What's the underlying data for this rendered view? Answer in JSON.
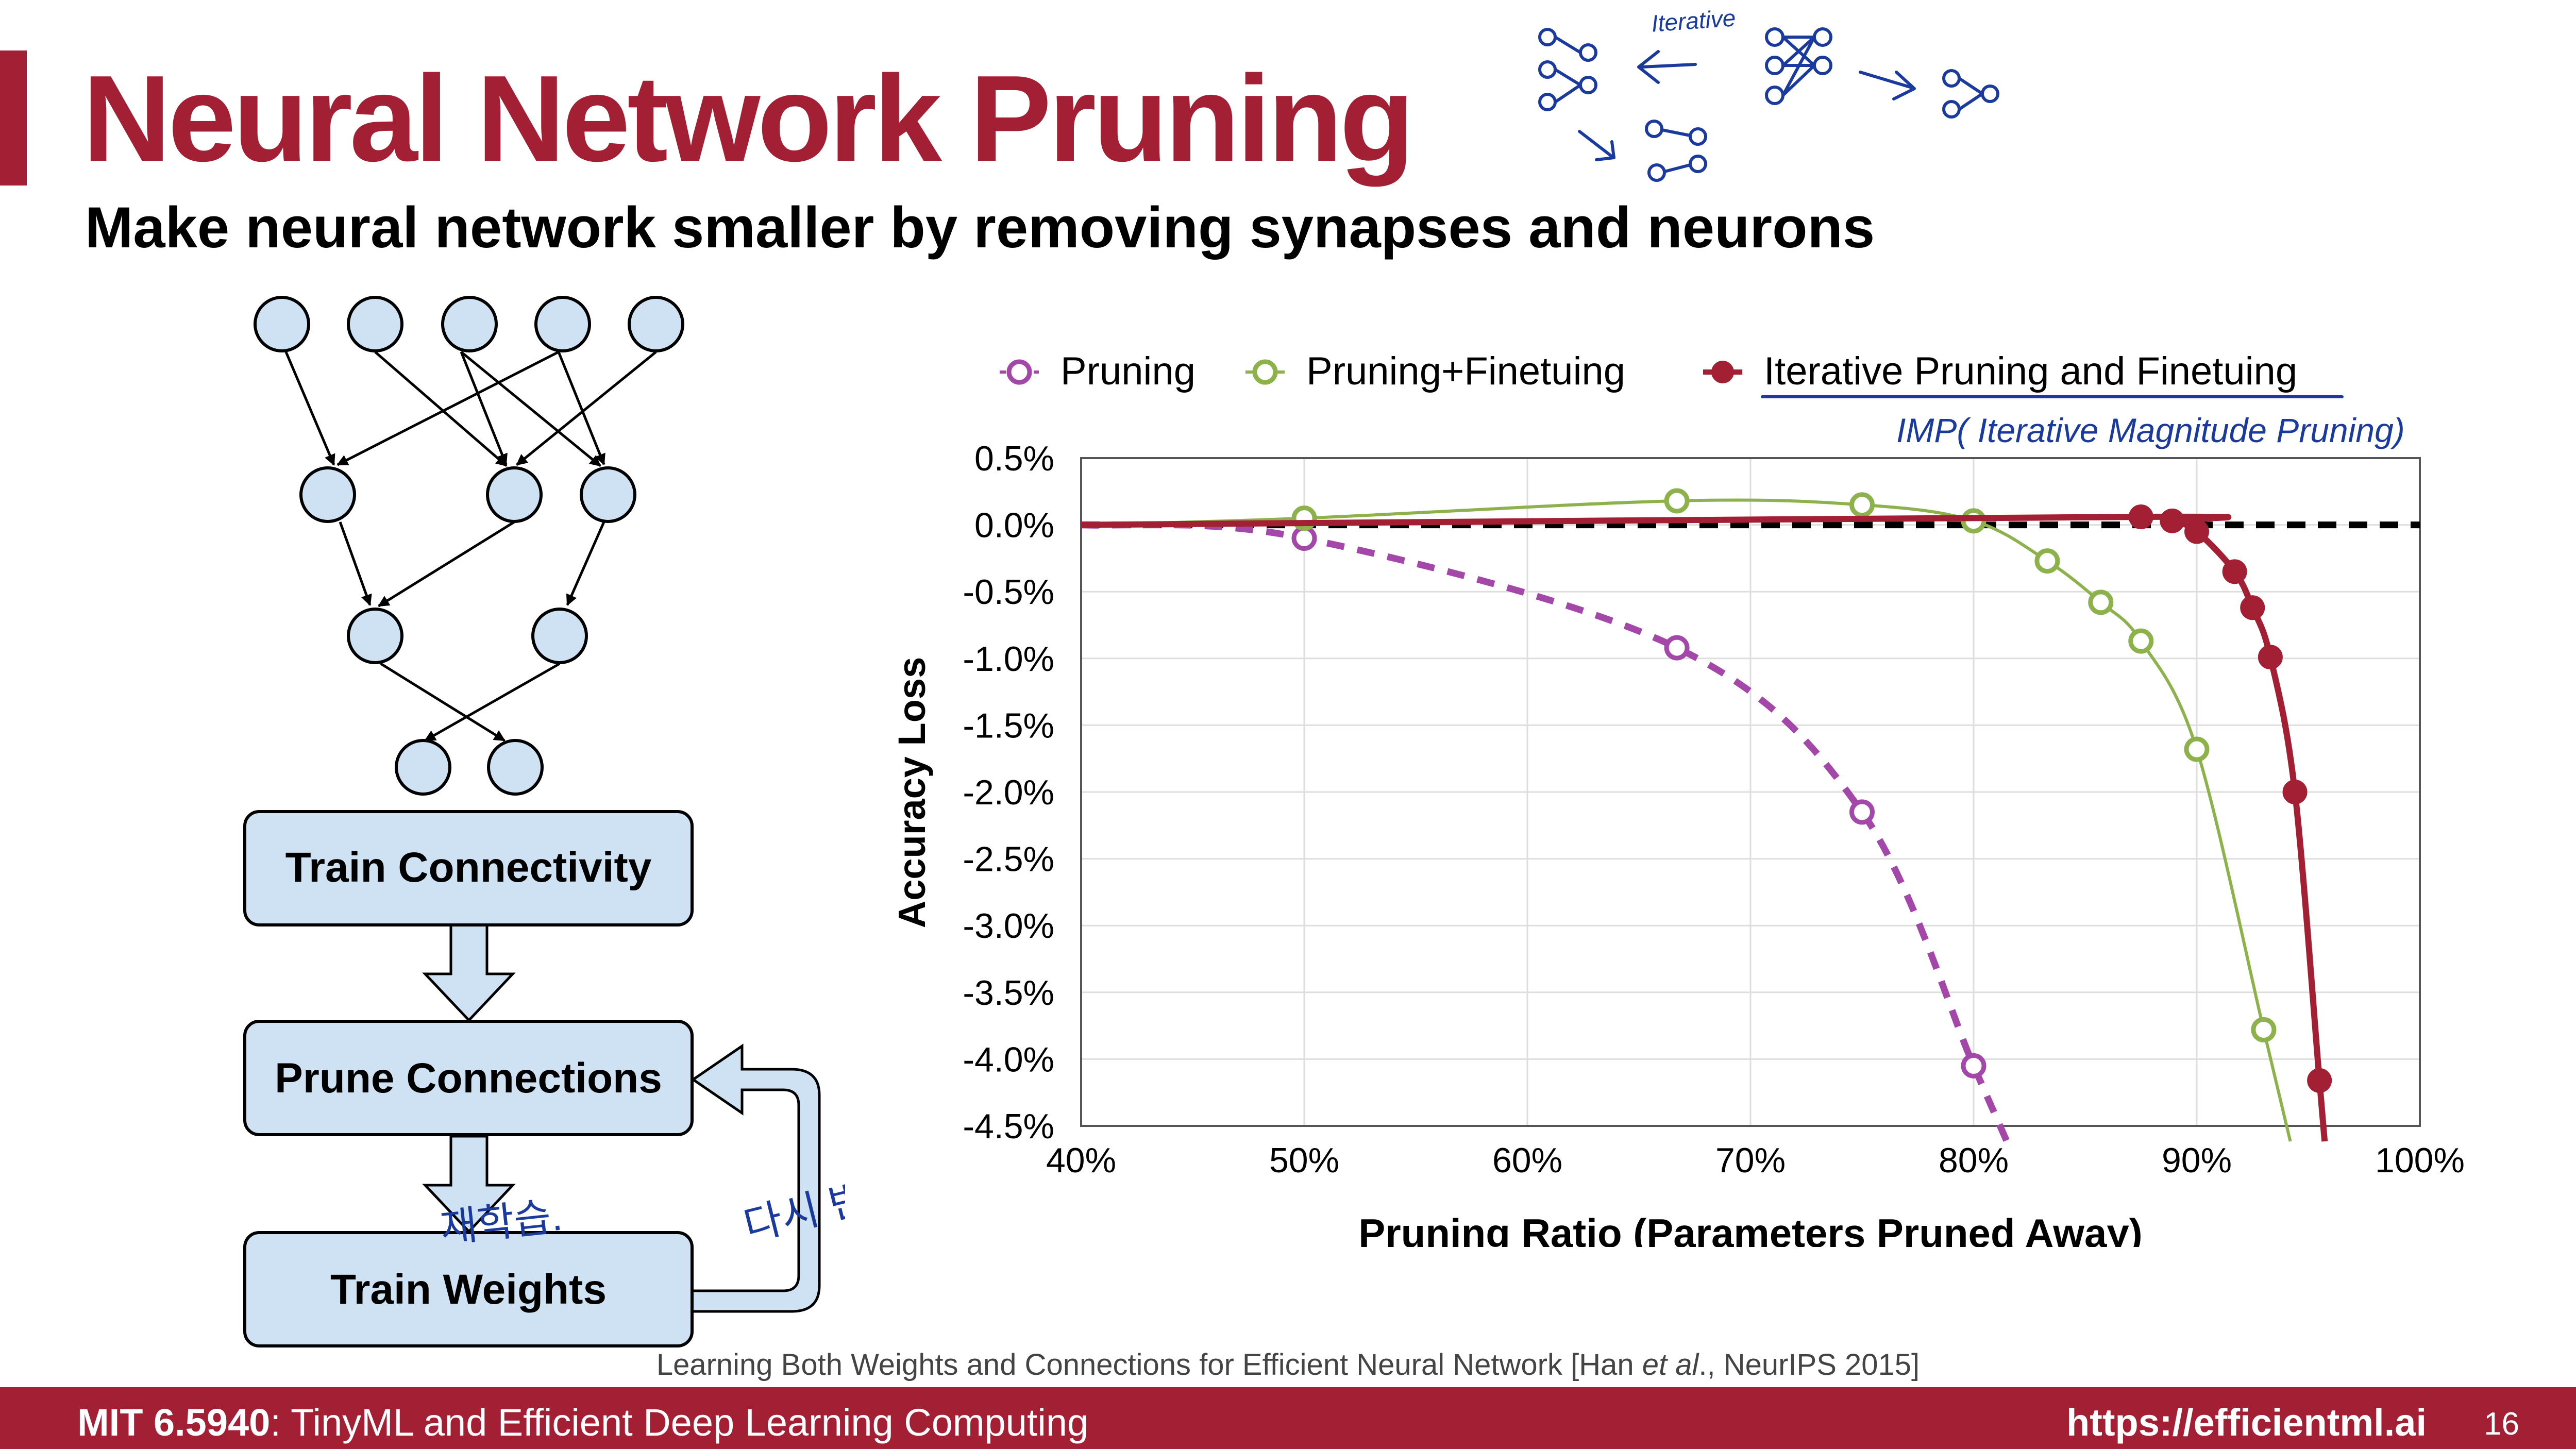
{
  "slide": {
    "title": "Neural Network Pruning",
    "subtitle": "Make neural network smaller by removing synapses and neurons",
    "accent_color": "#a31f34"
  },
  "flow": {
    "train_connectivity": "Train Connectivity",
    "prune_connections": "Prune Connections",
    "train_weights": "Train Weights",
    "box_fill": "#cfe2f3"
  },
  "handwriting": {
    "iterative": "Iterative",
    "imp_note": "IMP( Iterative Magnitude Pruning)",
    "retrain_note": "재학습.",
    "repeat_note": "다시 반복"
  },
  "chart_data": {
    "type": "line",
    "xlabel": "Pruning Ratio (Parameters Pruned Away)",
    "ylabel": "Accuracy Loss",
    "xlim": [
      40,
      100
    ],
    "ylim": [
      -4.5,
      0.5
    ],
    "x_ticks": [
      "40%",
      "50%",
      "60%",
      "70%",
      "80%",
      "90%",
      "100%"
    ],
    "y_ticks": [
      "0.5%",
      "0.0%",
      "-0.5%",
      "-1.0%",
      "-1.5%",
      "-2.0%",
      "-2.5%",
      "-3.0%",
      "-3.5%",
      "-4.0%",
      "-4.5%"
    ],
    "grid": true,
    "legend_position": "top",
    "baseline": 0.0,
    "series": [
      {
        "name": "Pruning",
        "color": "#a347a8",
        "marker": "hollow-circle",
        "line_style": "dashed",
        "x": [
          50,
          66.7,
          75,
          80
        ],
        "y": [
          -0.1,
          -0.92,
          -2.15,
          -4.05
        ]
      },
      {
        "name": "Pruning+Finetuing",
        "color": "#8db24c",
        "marker": "hollow-circle",
        "line_style": "solid",
        "x": [
          50,
          66.7,
          75,
          80,
          83.3,
          85.7,
          87.5,
          90,
          93
        ],
        "y": [
          0.05,
          0.18,
          0.15,
          0.03,
          -0.27,
          -0.58,
          -0.87,
          -1.68,
          -3.78
        ]
      },
      {
        "name": "Iterative Pruning and Finetuing",
        "color": "#a31f34",
        "marker": "filled-circle",
        "line_style": "solid",
        "x": [
          87.5,
          88.9,
          90,
          91.7,
          92.5,
          93.3,
          94.4,
          95.5
        ],
        "y": [
          0.06,
          0.03,
          -0.05,
          -0.35,
          -0.62,
          -0.99,
          -2.0,
          -4.16
        ]
      }
    ]
  },
  "footer": {
    "citation_prefix": "Learning Both Weights and Connections for Efficient Neural Network [Han ",
    "citation_em": "et al",
    "citation_suffix": "., NeurIPS 2015]",
    "course_code": "MIT 6.5940",
    "course_name": ": TinyML and Efficient Deep Learning Computing",
    "url": "https://efficientml.ai",
    "page": "16"
  }
}
